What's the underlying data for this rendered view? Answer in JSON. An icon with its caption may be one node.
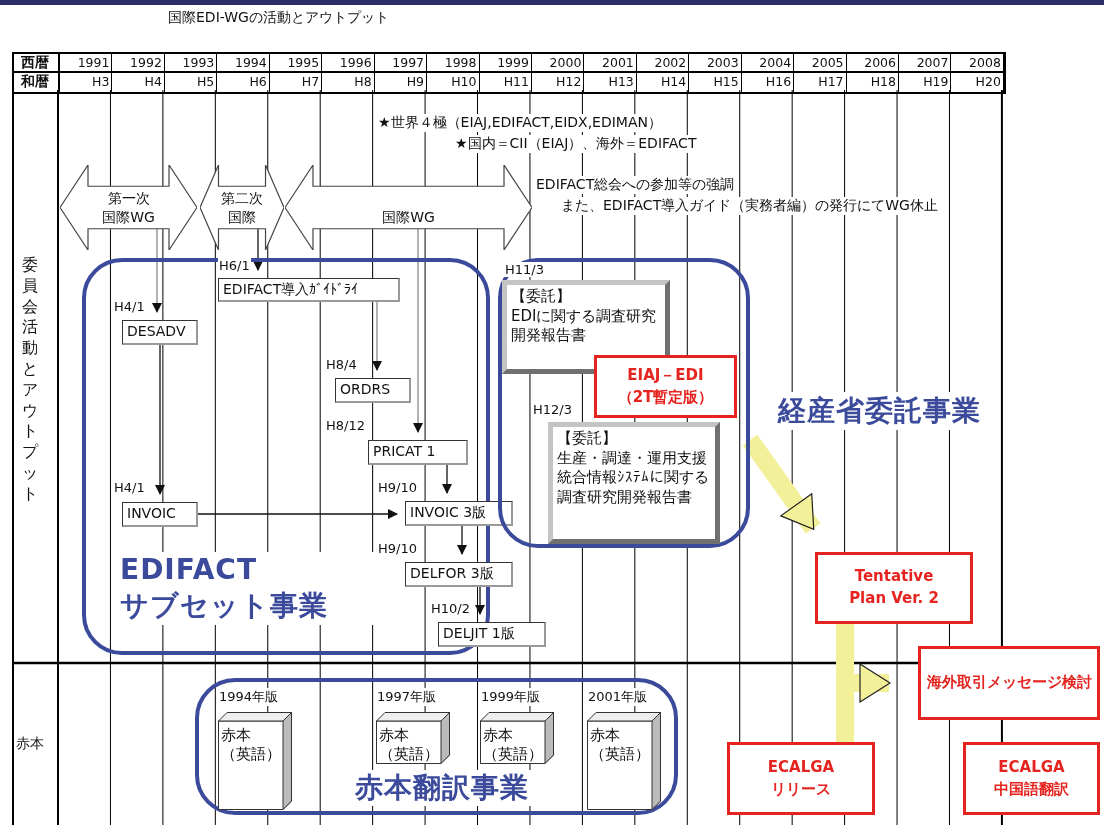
{
  "diagram": {
    "title": "国際EDI-WGの活動とアウトプット",
    "nodes": [
      {
        "text": [
          "第一次国際WG"
        ]
      },
      {
        "text": [
          "第二次国際"
        ]
      },
      {
        "text": [
          "国際WG"
        ],
        "beside": [
          "EDIFACT総会への参加等の強調",
          "また、EDIFACT導入ガイド（実務者編）の発行にてWG休止"
        ]
      },
      {
        "text": [
          "EDIFACT サブセット事業"
        ]
      },
      {
        "text": [
          "EDIFACT導入ｶﾞｲﾄﾞﾗｲ"
        ],
        "beside": [
          "H6/1"
        ],
        "in": 3
      },
      {
        "text": [
          "DESADV"
        ],
        "beside": [
          "H4/1"
        ],
        "in": 3
      },
      {
        "text": [
          "ORDRS"
        ],
        "beside": [
          "H8/4"
        ],
        "in": 3
      },
      {
        "text": [
          "PRICAT 1"
        ],
        "beside": [
          "H8/12"
        ],
        "in": 3
      },
      {
        "text": [
          "INVOIC"
        ],
        "beside": [
          "H4/1"
        ],
        "in": 3
      },
      {
        "text": [
          "INVOIC 3版"
        ],
        "beside": [
          "H9/10"
        ]
      },
      {
        "text": [
          "DELFOR 3版"
        ],
        "beside": [
          "H9/10"
        ]
      },
      {
        "text": [
          "DELJIT 1版"
        ],
        "beside": [
          "H10/2"
        ]
      },
      {
        "text": [],
        "shape": "box"
      },
      {
        "text": [
          "【委託】",
          "EDIに関する調査研究開発報告書"
        ],
        "beside": [
          "H11/3"
        ],
        "in": 12
      },
      {
        "text": [
          "EIAJ－EDI （2T暫定版）"
        ],
        "in": 12
      },
      {
        "text": [
          "【委託】",
          "生産・調達・運用支援統合情報ｼｽﾃﾑに関する調査研究開発報告書"
        ],
        "beside": [
          "H12/3"
        ],
        "in": 12
      },
      {
        "text": [
          "Tentative Plan Ver. 2"
        ]
      },
      {
        "text": [
          "海外取引メッセージ検討"
        ]
      },
      {
        "text": [
          "ECALGA リリース"
        ]
      },
      {
        "text": [
          "ECALGA 中国語翻訳"
        ]
      },
      {
        "text": [
          "赤本翻訳事業"
        ]
      },
      {
        "text": [
          "赤本",
          "（英語）"
        ],
        "beside": [
          "1994年版"
        ],
        "in": 20
      },
      {
        "text": [
          "赤本",
          "（英語）"
        ],
        "beside": [
          "1997年版"
        ],
        "in": 20
      },
      {
        "text": [
          "赤本",
          "（英語）"
        ],
        "beside": [
          "1999年版"
        ],
        "in": 20
      },
      {
        "text": [
          "赤本",
          "（英語）"
        ],
        "beside": [
          "2001年版"
        ],
        "in": 20
      }
    ],
    "edges": [
      {
        "from": 0,
        "to": 5,
        "arrow": "to",
        "color": "#888888"
      },
      {
        "from": 5,
        "to": 8,
        "arrow": "to"
      },
      {
        "from": 1,
        "to": 4,
        "arrow": "to"
      },
      {
        "from": 4,
        "to": 6,
        "arrow": "to",
        "color": "#888888"
      },
      {
        "from": 2,
        "to": 7,
        "arrow": "to",
        "color": "#888888"
      },
      {
        "from": 7,
        "to": 9,
        "arrow": "to"
      },
      {
        "from": 9,
        "to": 10,
        "arrow": "to"
      },
      {
        "from": 10,
        "to": 11,
        "arrow": "to"
      },
      {
        "from": 8,
        "to": 9,
        "arrow": "to"
      },
      {
        "from": 12,
        "to": 16,
        "arrow": "to",
        "style": "thick",
        "color": "#f3f09a"
      },
      {
        "from": 16,
        "to": 17,
        "arrow": "to",
        "style": "thick",
        "color": "#f3f09a"
      },
      {
        "from": 16,
        "to": 18,
        "arrow": "none",
        "style": "thick",
        "color": "#f3f09a"
      }
    ],
    "labels": [
      "西暦",
      "1991",
      "1992",
      "1993",
      "1994",
      "1995",
      "1996",
      "1997",
      "1998",
      "1999",
      "2000",
      "2001",
      "2002",
      "2003",
      "2004",
      "2005",
      "2006",
      "2007",
      "2008",
      "和暦",
      "H3",
      "H4",
      "H5",
      "H6",
      "H7",
      "H8",
      "H9",
      "H10",
      "H11",
      "H12",
      "H13",
      "H14",
      "H15",
      "H16",
      "H17",
      "H18",
      "H19",
      "H20",
      "★世界４極（EIAJ,EDIFACT,EIDX,EDIMAN）",
      "★国内＝CII（EIAJ）、海外＝EDIFACT",
      "委員会活動とアウトプット",
      "経産省委託事業",
      "赤本"
    ]
  }
}
